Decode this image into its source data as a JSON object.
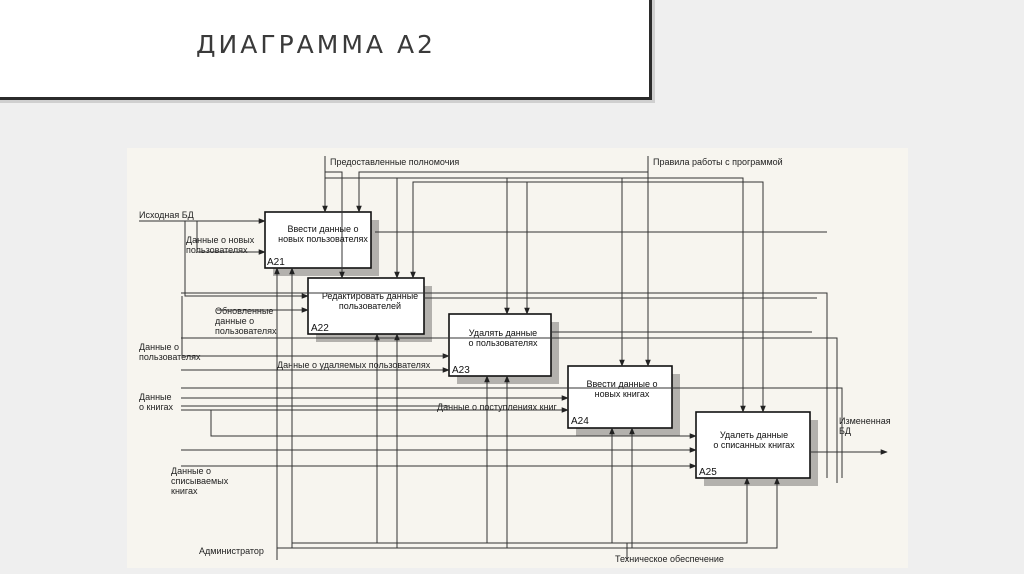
{
  "slide": {
    "title": "ДИАГРАММА А2"
  },
  "diagram": {
    "boxes": [
      {
        "id": "A21",
        "name_lines": [
          "Ввести данные о",
          "новых пользователях"
        ]
      },
      {
        "id": "A22",
        "name_lines": [
          "Редактировать данные",
          "пользователей"
        ]
      },
      {
        "id": "A23",
        "name_lines": [
          "Удалять данные",
          "о пользователях"
        ]
      },
      {
        "id": "A24",
        "name_lines": [
          "Ввести данные о",
          "новых книгах"
        ]
      },
      {
        "id": "A25",
        "name_lines": [
          "Удалеть данные",
          "о списанных книгах"
        ]
      }
    ],
    "labels": {
      "provided_permissions": "Предоставленные полномочия",
      "program_rules": "Правила работы с программой",
      "source_db": "Исходная БД",
      "new_users_data": [
        "Данные о новых",
        "пользователях"
      ],
      "updated_users_data": [
        "Обновленные",
        "данные о",
        "пользователях"
      ],
      "users_data": [
        "Данные о",
        "пользователях"
      ],
      "deleted_users_data": "Данные о удаляемых пользователях",
      "books_data": [
        "Данные",
        "о книгах"
      ],
      "incoming_books_data": "Данные о поступлениях книг",
      "written_off_books_data": [
        "Данные о",
        "списываемых",
        "книгах"
      ],
      "changed_db": [
        "Измененная",
        "БД"
      ],
      "administrator": "Администратор",
      "technical_support": "Техническое обеспечение"
    }
  }
}
